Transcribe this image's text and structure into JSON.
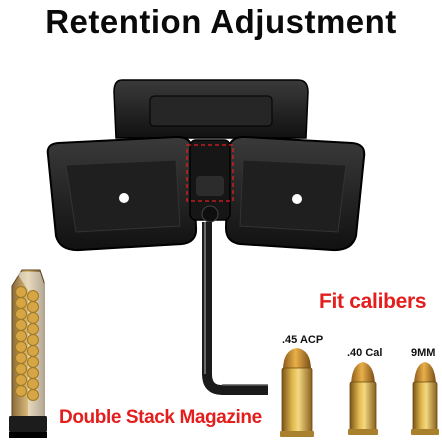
{
  "title": "Retention Adjustment",
  "fit_calibers": {
    "heading": "Fit calibers",
    "calibers": [
      ".45 ACP",
      ".40 Cal",
      "9MM"
    ]
  },
  "magazine_label": "Double  Stack Magazine",
  "colors": {
    "title": "#0a0a0a",
    "accent_red": "#e41d1d",
    "holster_black": "#1a1a1a",
    "brass": "#c89a2e"
  },
  "icons": [
    "magazine-holster-icon",
    "hex-key-icon",
    "double-stack-magazine-icon",
    "cartridge-45-icon",
    "cartridge-40-icon",
    "cartridge-9mm-icon"
  ]
}
